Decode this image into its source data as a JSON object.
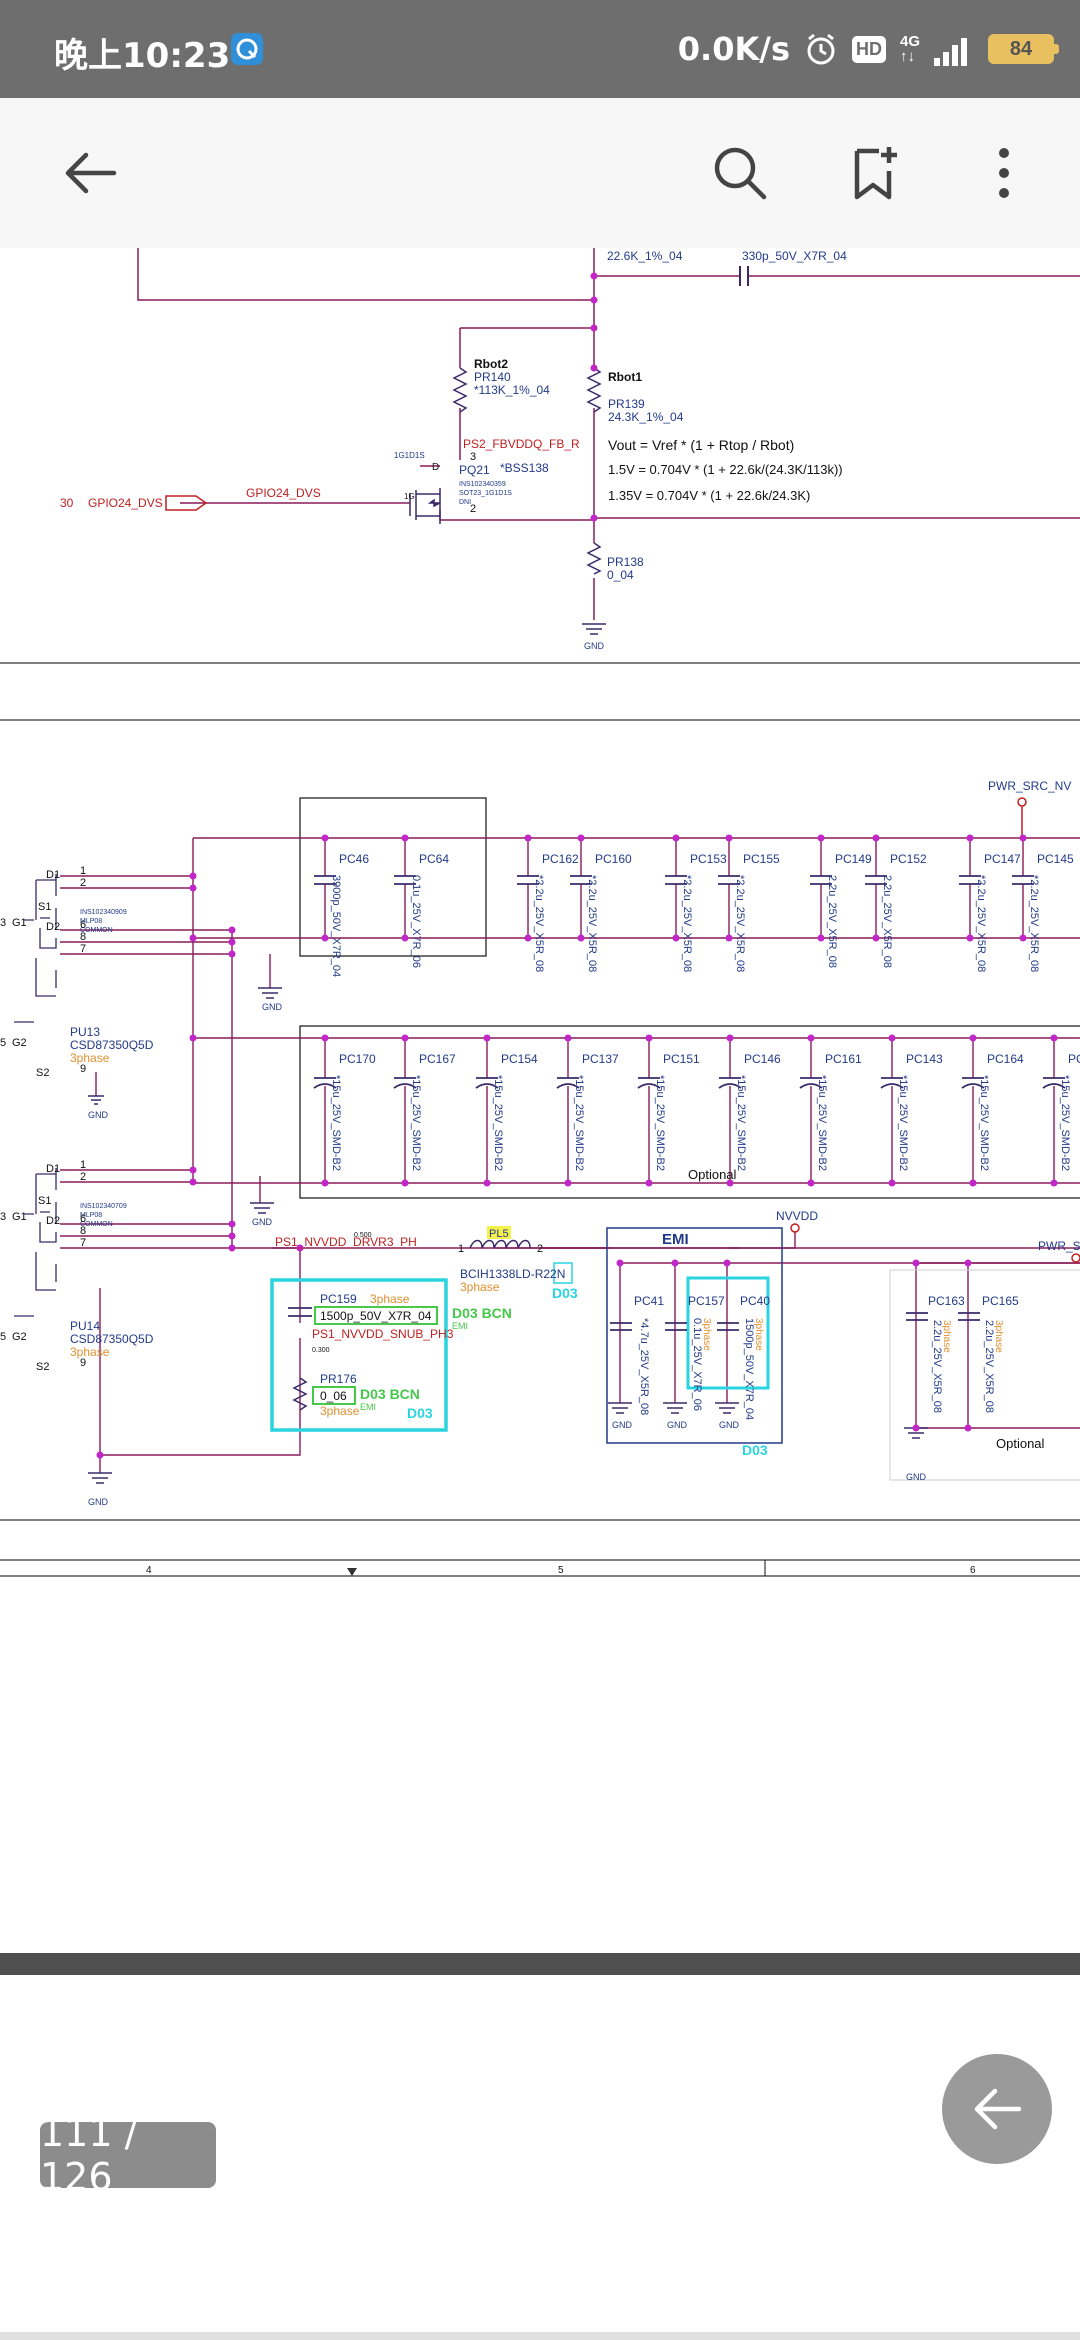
{
  "status_bar": {
    "time": "晚上10:23",
    "network_speed": "0.0K/s",
    "hd": "HD",
    "signal_type": "4G",
    "battery": "84"
  },
  "toolbar": {
    "back_icon": "arrow-left-icon",
    "search_icon": "search-icon",
    "bookmark_icon": "bookmark-add-icon",
    "more_icon": "more-vertical-icon"
  },
  "schematic": {
    "top": {
      "r_top_value": "22.6K_1%_04",
      "cap_top_value": "330p_50V_X7R_04",
      "rbot2_title": "Rbot2",
      "rbot2_ref": "PR140",
      "rbot2_value": "*113K_1%_04",
      "rbot1_title": "Rbot1",
      "rbot1_ref": "PR139",
      "rbot1_value": "24.3K_1%_04",
      "net_fb": "PS2_FBVDDQ_FB_R",
      "formula": "Vout = Vref * (1 + Rtop / Rbot)",
      "formula_15": "1.5V = 0.704V * (1 + 22.6k/(24.3K/113k))",
      "formula_135": "1.35V = 0.704V * (1 + 22.6k/24.3K)",
      "q_pin3": "3",
      "q_code": "1G1D1S",
      "q_d": "D",
      "q_ref": "PQ21",
      "q_part": "*BSS138",
      "q_ins": "INS102340359",
      "q_pkg": "SOT23_1G1D1S",
      "q_dni": "DNI",
      "q_pin2": "2",
      "q_pin1": "1G",
      "gpio_num": "30",
      "gpio_port": "GPIO24_DVS",
      "gpio_net": "GPIO24_DVS",
      "pr138_ref": "PR138",
      "pr138_value": "0_04",
      "gnd": "GND"
    },
    "power": {
      "pwr_src": "PWR_SRC_NV",
      "caps_row1": [
        {
          "ref": "PC46",
          "value": "3900p_50V_X7R_04"
        },
        {
          "ref": "PC64",
          "value": "0.1u_25V_X7R_06"
        },
        {
          "ref": "PC162",
          "value": "*2.2u_25V_X5R_08"
        },
        {
          "ref": "PC160",
          "value": "*2.2u_25V_X5R_08"
        },
        {
          "ref": "PC153",
          "value": "*2.2u_25V_X5R_08"
        },
        {
          "ref": "PC155",
          "value": "*2.2u_25V_X5R_08"
        },
        {
          "ref": "PC149",
          "value": "2.2u_25V_X5R_08"
        },
        {
          "ref": "PC152",
          "value": "2.2u_25V_X5R_08"
        },
        {
          "ref": "PC147",
          "value": "*2.2u_25V_X5R_08"
        },
        {
          "ref": "PC145",
          "value": "*2.2u_25V_X5R_08"
        }
      ],
      "caps_row2": [
        {
          "ref": "PC170",
          "value": "*15u_25V_SMD-B2"
        },
        {
          "ref": "PC167",
          "value": "*15u_25V_SMD-B2"
        },
        {
          "ref": "PC154",
          "value": "*15u_25V_SMD-B2"
        },
        {
          "ref": "PC137",
          "value": "*15u_25V_SMD-B2"
        },
        {
          "ref": "PC151",
          "value": "*15u_25V_SMD-B2"
        },
        {
          "ref": "PC146",
          "value": "*15u_25V_SMD-B2"
        },
        {
          "ref": "PC161",
          "value": "*15u_25V_SMD-B2"
        },
        {
          "ref": "PC143",
          "value": "*15u_25V_SMD-B2"
        },
        {
          "ref": "PC164",
          "value": "*15u_25V_SMD-B2"
        },
        {
          "ref": "PC",
          "value": "*15u_25V_SMD-B2"
        }
      ],
      "optional": "Optional",
      "pu13_ref": "PU13",
      "pu13_part": "CSD87350Q5D",
      "pu14_ref": "PU14",
      "pu14_part": "CSD87350Q5D",
      "phase3": "3phase",
      "ins13": "INS102340909",
      "ins14": "INS102340709",
      "mlp": "MLP08",
      "common": "COMMON",
      "pin_d1": "D1",
      "pin_d2": "D2",
      "pin_g1": "G1",
      "pin_g2": "G2",
      "pin_s1": "S1",
      "pin_s2": "S2",
      "pin_3": "3",
      "pin_5": "5",
      "pin_1": "1",
      "pin_2": "2",
      "pin_6": "6",
      "pin_7": "7",
      "pin_8": "8",
      "pin_9": "9",
      "net_drv": "PS1_NVVDD_DRVR3_PH",
      "net_drv_small": "0.500",
      "pl5_ref": "PL5",
      "pl5_part": "BCIH1338LD-R22N",
      "pl5_pin1": "1",
      "pl5_pin2": "2",
      "nvvdd": "NVVDD",
      "emi": "EMI",
      "d03": "D03",
      "d03_bcn": "D03 BCN",
      "emi_small": "EMI",
      "pc159_ref": "PC159",
      "pc159_value": "1500p_50V_X7R_04",
      "snub_net": "PS1_NVVDD_SNUB_PH3",
      "snub_small": "0.300",
      "pr176_ref": "PR176",
      "pr176_value": "0_06",
      "pc41_ref": "PC41",
      "pc41_value": "*4.7u_25V_X5R_08",
      "pc157_ref": "PC157",
      "pc157_value": "0.1u_25V_X7R_06",
      "pc40_ref": "PC40",
      "pc40_value": "1500p_50V_X7R_04",
      "pc163_ref": "PC163",
      "pc163_value": "2.2u_25V_X5R_08",
      "pc165_ref": "PC165",
      "pc165_value": "2.2u_25V_X5R_08",
      "pwr_s": "PWR_S",
      "col4": "4",
      "col5": "5",
      "col6": "6"
    }
  },
  "pager": {
    "indicator": "111 / 126"
  },
  "fab": {
    "icon": "arrow-left-icon"
  }
}
